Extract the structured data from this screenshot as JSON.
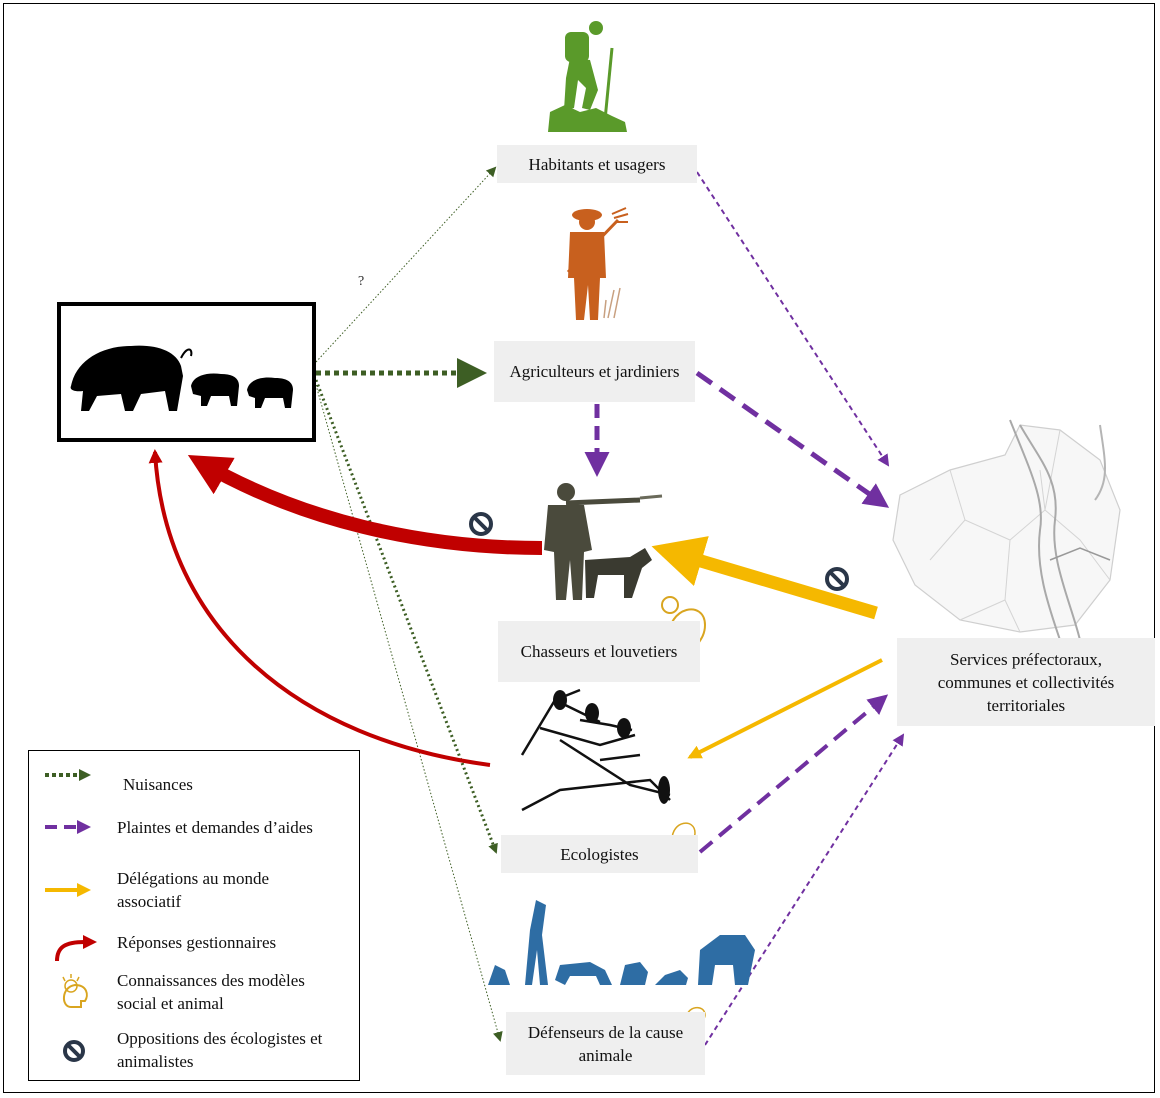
{
  "actors": {
    "habitants": "Habitants et usagers",
    "agriculteurs": "Agriculteurs et jardiniers",
    "chasseurs": "Chasseurs et louvetiers",
    "ecologistes": "Ecologistes",
    "defenseurs": "Défenseurs de la cause animale",
    "services": "Services préfectoraux, communes et collectivités territoriales"
  },
  "question_mark": "?",
  "legend": {
    "nuisances": "Nuisances",
    "plaintes": "Plaintes et demandes d’aides",
    "delegations": "Délégations au monde associatif",
    "reponses": "Réponses gestionnaires",
    "connaissances": "Connaissances des modèles social et animal",
    "oppositions": "Oppositions des écologistes et animalistes"
  },
  "colors": {
    "nuisances": "#3d5e24",
    "plaintes": "#7030a0",
    "delegations": "#f5b800",
    "reponses": "#c00000",
    "connaissances": "#d9a520",
    "oppositions": "#2a3648",
    "hiker": "#5a9a2a",
    "farmer": "#c8601e",
    "hunter": "#4a4a3c",
    "animals": "#2e6da4"
  },
  "icons": [
    "boar-family-icon",
    "hiker-icon",
    "farmer-icon",
    "hunter-dog-icon",
    "birds-branch-icon",
    "animals-icon",
    "map-icon",
    "lightbulb-head-icon",
    "prohibition-icon"
  ]
}
